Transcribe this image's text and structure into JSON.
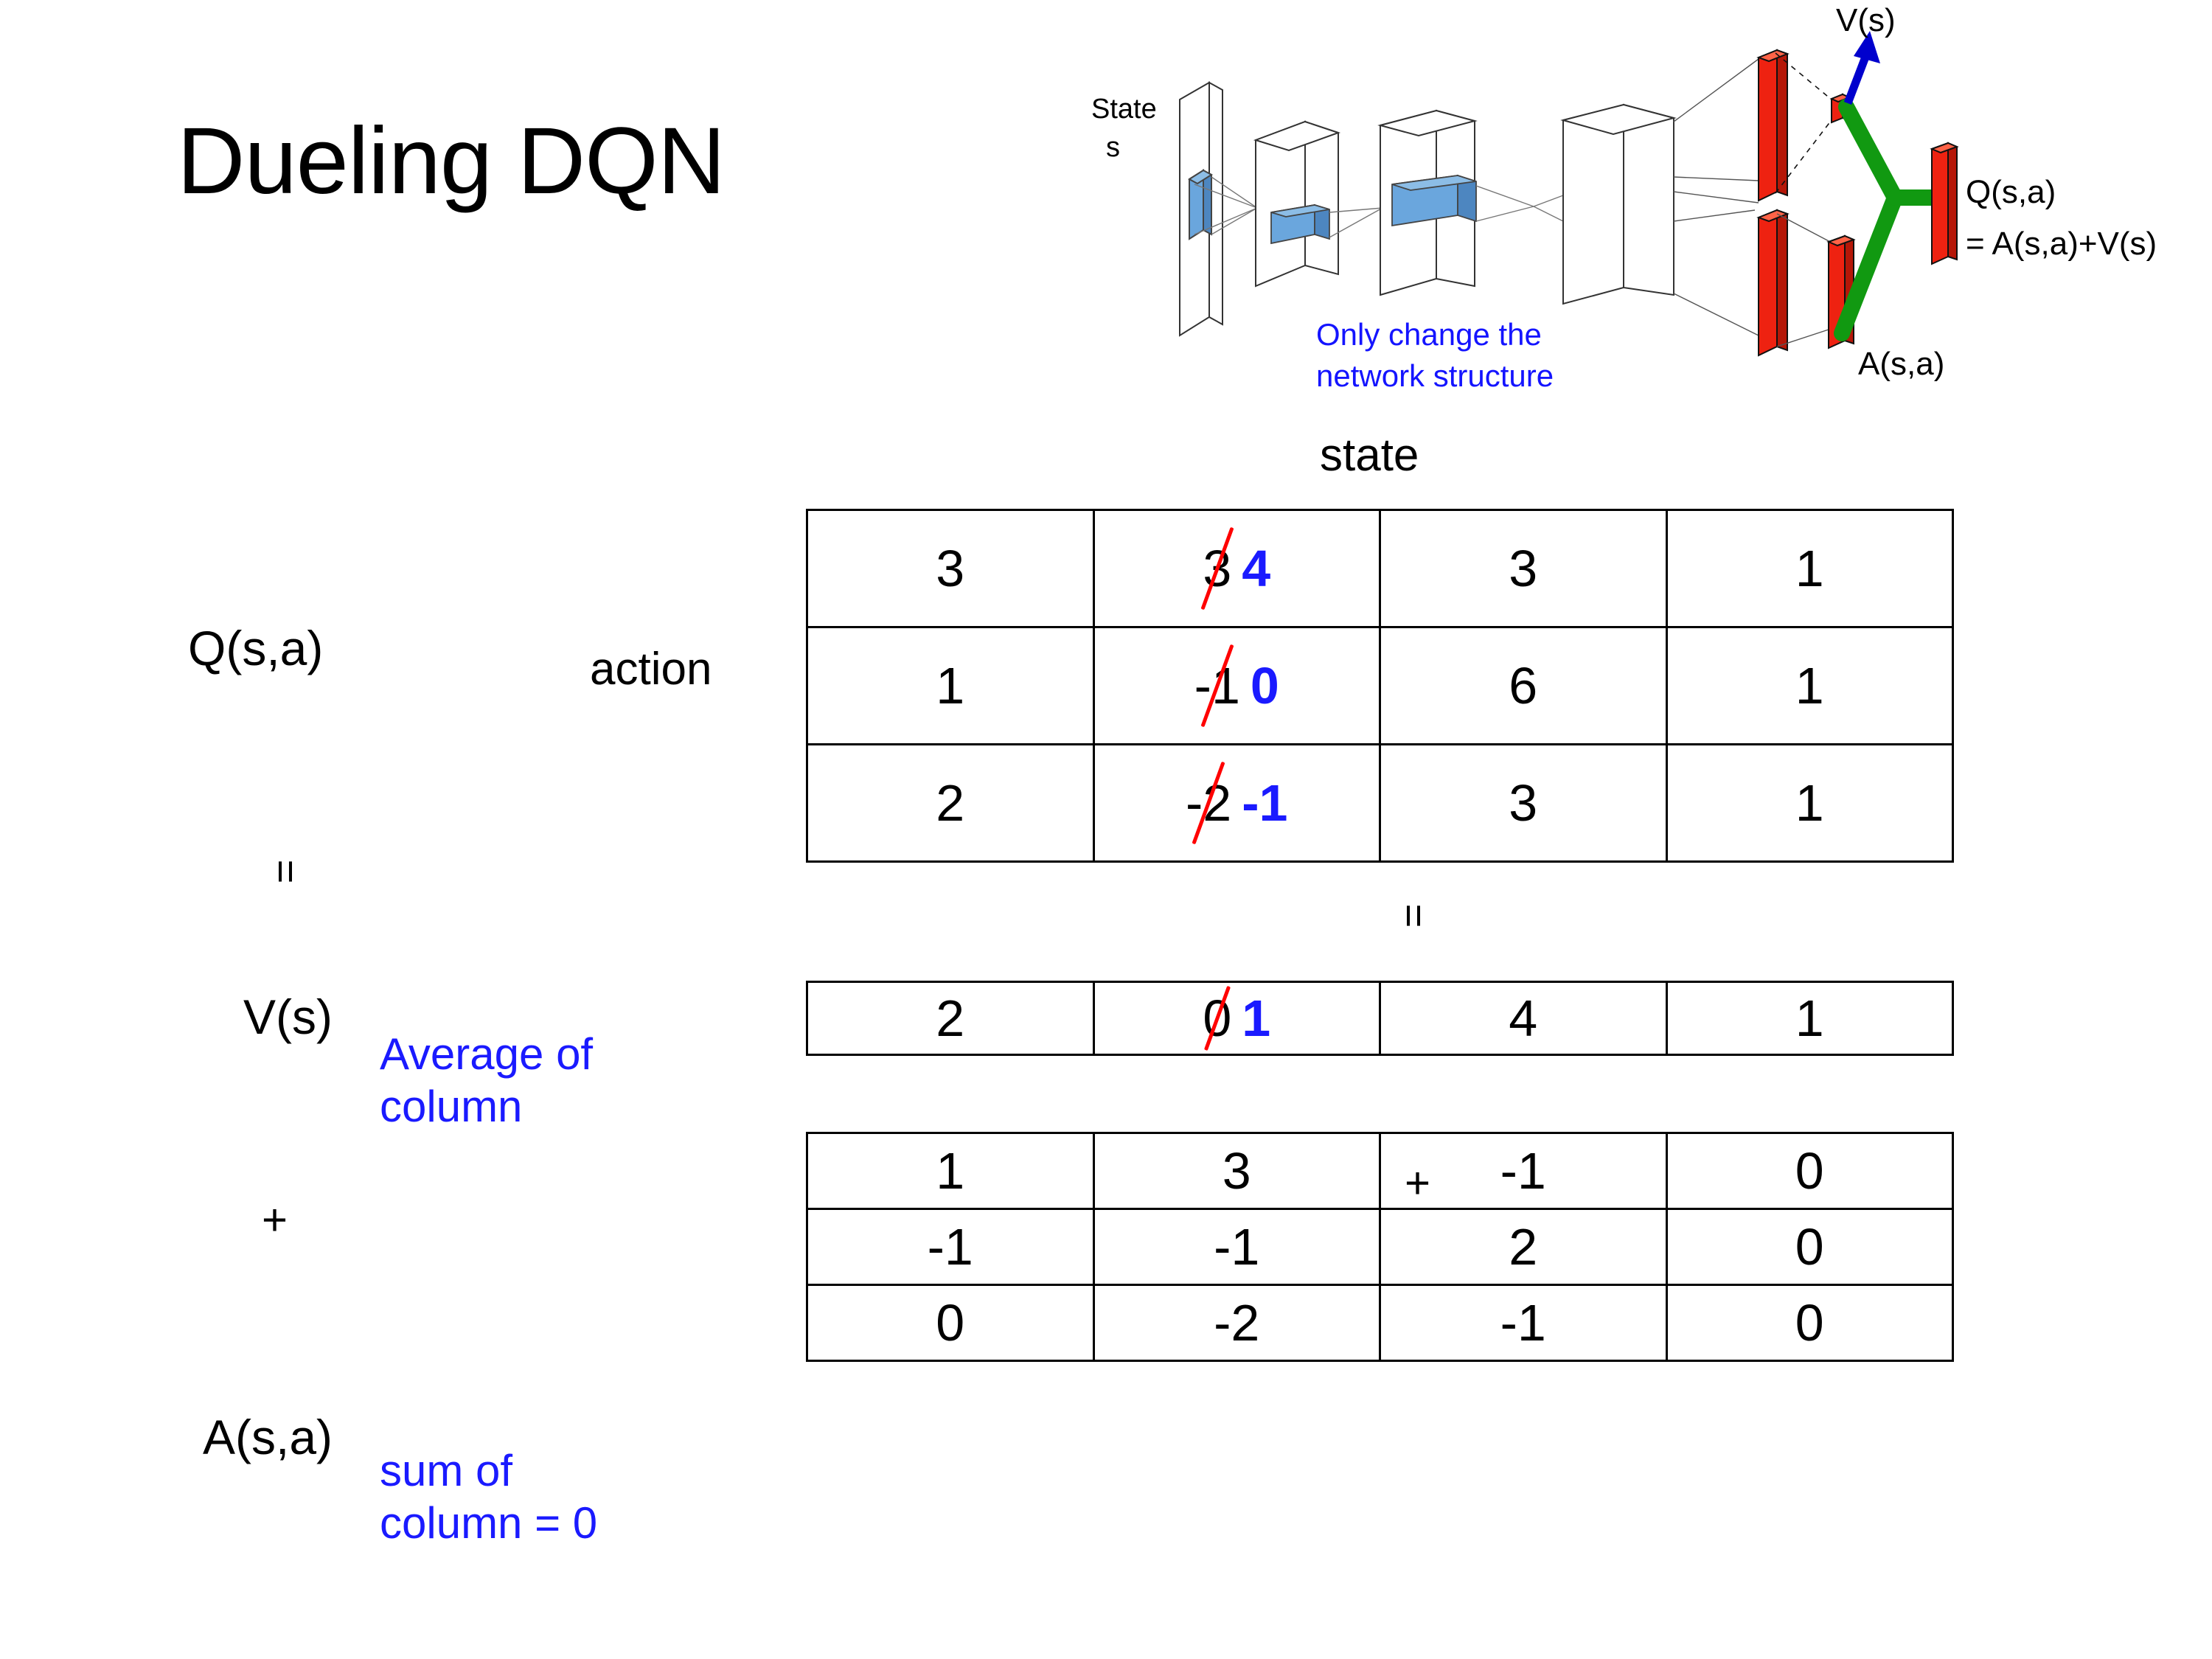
{
  "slide": {
    "title": "Dueling DQN"
  },
  "diagram": {
    "state_label_line1": "State",
    "state_label_line2": "s",
    "note_line1": "Only change the",
    "note_line2": "network structure",
    "v_label": "V(s)",
    "a_label": "A(s,a)",
    "q_label": "Q(s,a)",
    "q_equation": "= A(s,a)+V(s)",
    "colors": {
      "note": "#1414ff",
      "arrow": "#0000cd",
      "bar": "#ee2211",
      "merge": "#119911",
      "input_block": "#6aa6dd"
    }
  },
  "labels": {
    "state": "state",
    "action": "action",
    "q": "Q(s,a)",
    "v": "V(s)",
    "a": "A(s,a)",
    "equals": "=",
    "plus": "+",
    "note_average_line1": "Average of",
    "note_average_line2": "column",
    "note_sum_line1": "sum of",
    "note_sum_line2": "column = 0",
    "note_color": "#1a1aff"
  },
  "chart_data": {
    "type": "table",
    "title": "Dueling DQN value decomposition",
    "xlabel": "state",
    "ylabel": "action",
    "tables": [
      {
        "name": "Q(s,a)",
        "rows": 3,
        "cols": 4,
        "values": [
          [
            "3",
            "3",
            "3",
            "1"
          ],
          [
            "1",
            "-1",
            "6",
            "1"
          ],
          [
            "2",
            "-2",
            "3",
            "1"
          ]
        ],
        "updates": [
          {
            "row": 0,
            "col": 1,
            "old": "3",
            "new": "4",
            "struck": true
          },
          {
            "row": 1,
            "col": 1,
            "old": "-1",
            "new": "0",
            "struck": true
          },
          {
            "row": 2,
            "col": 1,
            "old": "-2",
            "new": "-1",
            "struck": true
          }
        ]
      },
      {
        "name": "V(s)",
        "rows": 1,
        "cols": 4,
        "values": [
          [
            "2",
            "0",
            "4",
            "1"
          ]
        ],
        "updates": [
          {
            "row": 0,
            "col": 1,
            "old": "0",
            "new": "1",
            "struck": true
          }
        ]
      },
      {
        "name": "A(s,a)",
        "rows": 3,
        "cols": 4,
        "values": [
          [
            "1",
            "3",
            "-1",
            "0"
          ],
          [
            "-1",
            "-1",
            "2",
            "0"
          ],
          [
            "0",
            "-2",
            "-1",
            "0"
          ]
        ],
        "updates": []
      }
    ]
  }
}
